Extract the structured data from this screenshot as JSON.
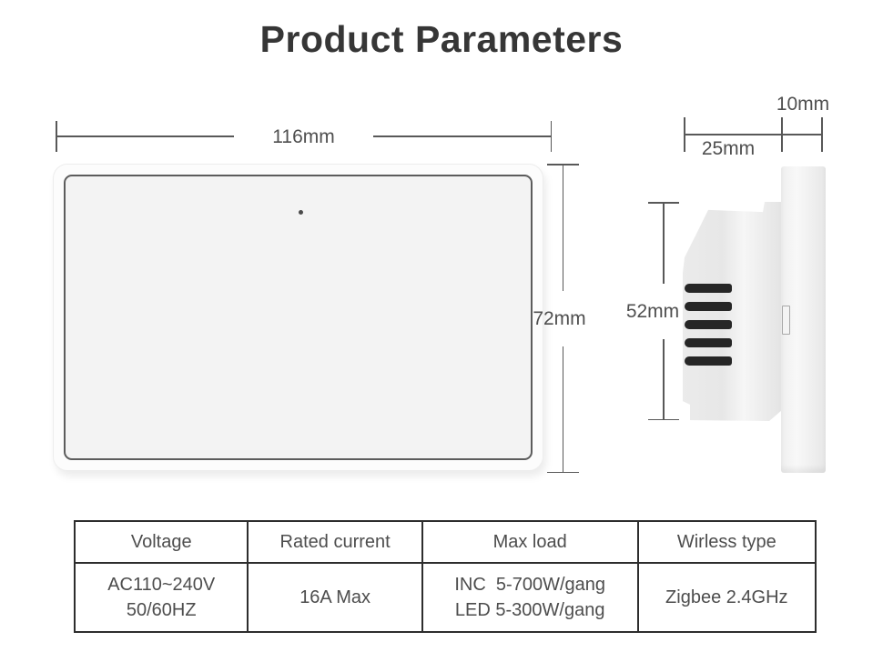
{
  "title": "Product Parameters",
  "front_view": {
    "width_label": "116mm",
    "height_label": "72mm"
  },
  "side_view": {
    "plate_thickness_label": "10mm",
    "body_depth_label": "25mm",
    "body_height_label": "52mm"
  },
  "spec_table": {
    "headers": [
      "Voltage",
      "Rated current",
      "Max load",
      "Wirless type"
    ],
    "values": {
      "voltage_line1": "AC110~240V",
      "voltage_line2": "50/60HZ",
      "rated_current": "16A Max",
      "max_load_line1": "INC  5-700W/gang",
      "max_load_line2": "LED 5-300W/gang",
      "wireless_type": "Zigbee 2.4GHz"
    }
  },
  "colors": {
    "title_text": "#363636",
    "dimension_text": "#4f4f4f",
    "dimension_line": "#585858",
    "table_text": "#4d4d4d",
    "table_border": "#2d2d2d",
    "panel_fill": "#f3f3f3",
    "panel_border": "#5c5c5c",
    "vent_slot": "#262626"
  }
}
